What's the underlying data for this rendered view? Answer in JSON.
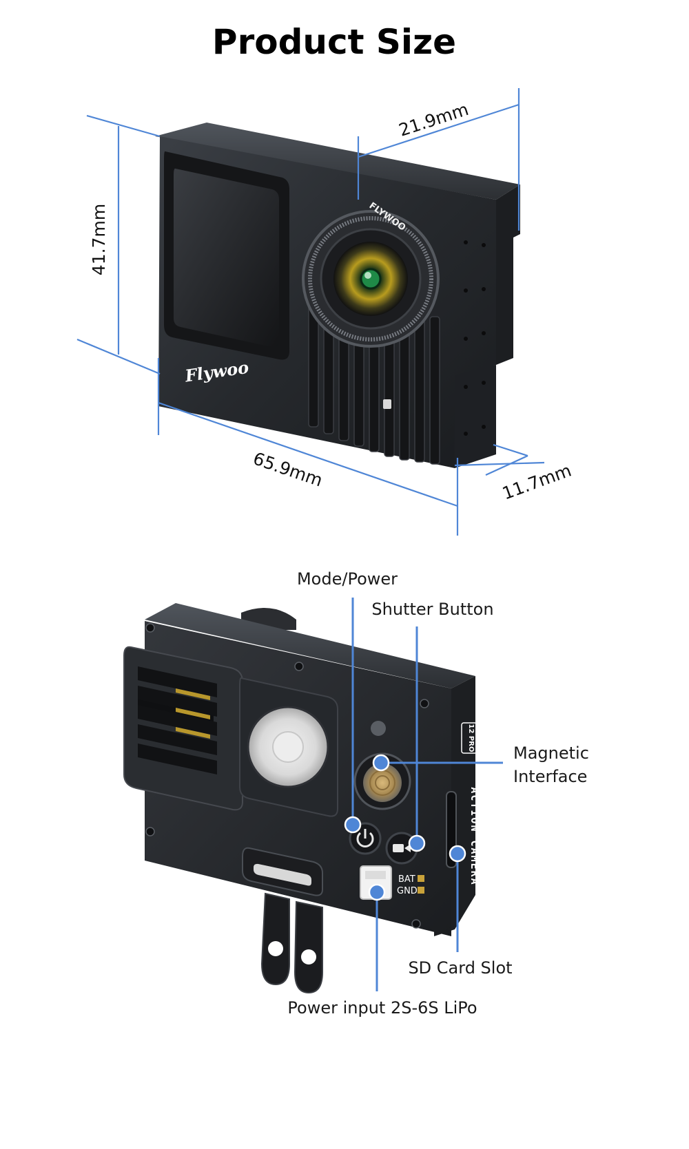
{
  "title": "Product Size",
  "dimensions": {
    "height": "41.7mm",
    "width": "65.9mm",
    "depth_top": "21.9mm",
    "thickness": "11.7mm"
  },
  "front_brand": "Flywoo",
  "lens_ring_text": "FLYWOO",
  "back_side_text": "ACTION CAMERA",
  "back_badge": "12 PRO",
  "port_labels": {
    "bat": "BAT",
    "gnd": "GND"
  },
  "callouts": {
    "mode_power": "Mode/Power",
    "shutter": "Shutter Button",
    "magnetic_line1": "Magnetic",
    "magnetic_line2": "Interface",
    "sd_card": "SD Card Slot",
    "power_input": "Power input 2S-6S LiPo"
  },
  "colors": {
    "accent": "#4f86d6",
    "body": "#2a2d31",
    "lens_tint": "#c9b02a"
  }
}
